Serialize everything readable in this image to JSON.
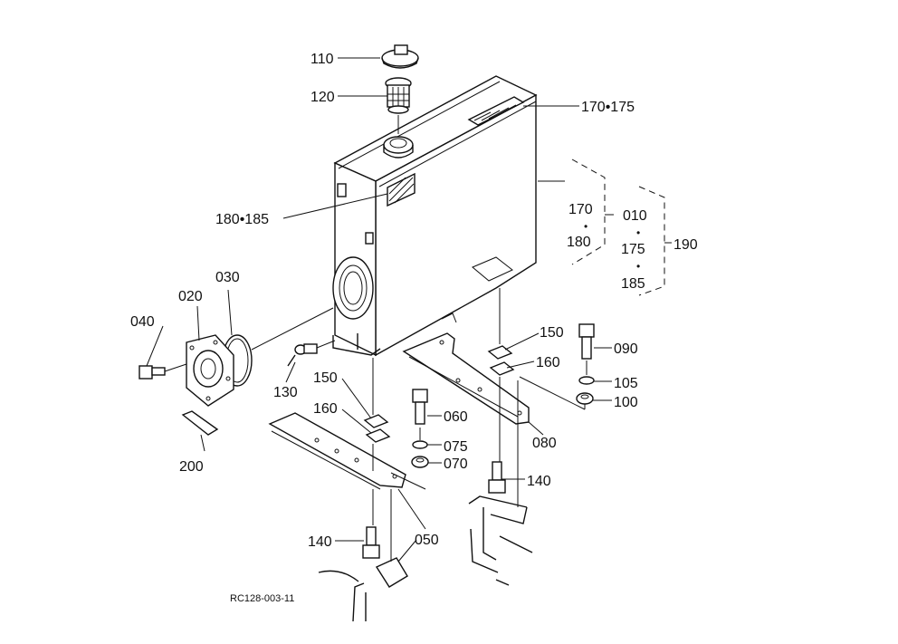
{
  "drawing_code": "RC128-003-11",
  "parts": {
    "p110": "110",
    "p120": "120",
    "p170_175": "170•175",
    "p180_185": "180•185",
    "p030": "030",
    "p020": "020",
    "p040": "040",
    "p130": "130",
    "p200": "200",
    "p150a": "150",
    "p160a": "160",
    "p150b": "150",
    "p160b": "160",
    "p060": "060",
    "p075": "075",
    "p070": "070",
    "p080": "080",
    "p090": "090",
    "p105": "105",
    "p100": "100",
    "p140a": "140",
    "p140b": "140",
    "p050a": "050",
    "p050b": "050"
  },
  "kit_groups": {
    "g170": "170",
    "g180": "180",
    "g010": "010",
    "g175": "175",
    "g185": "185",
    "g190": "190",
    "dot": "•"
  }
}
